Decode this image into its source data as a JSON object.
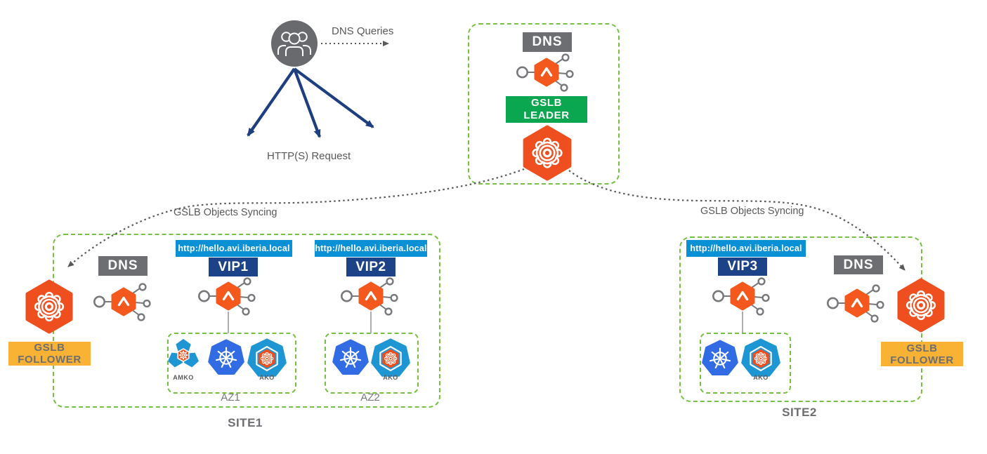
{
  "client": {
    "icon": "users-icon",
    "dns_queries_label": "DNS Queries",
    "http_request_label": "HTTP(S) Request"
  },
  "gslb_leader_box": {
    "dns_label": "DNS",
    "role_label_line1": "GSLB",
    "role_label_line2": "LEADER"
  },
  "sync_labels": {
    "left": "GSLB Objects Syncing",
    "right": "GSLB Objects Syncing"
  },
  "site1": {
    "label": "SITE1",
    "dns_label": "DNS",
    "follower_label_line1": "GSLB",
    "follower_label_line2": "FOLLOWER",
    "vips": [
      {
        "url": "http://hello.avi.iberia.local",
        "label": "VIP1"
      },
      {
        "url": "http://hello.avi.iberia.local",
        "label": "VIP2"
      }
    ],
    "zones": [
      {
        "label": "AZ1",
        "components": [
          "AMKO",
          "AKO"
        ]
      },
      {
        "label": "AZ2",
        "components": [
          "AKO"
        ]
      }
    ]
  },
  "site2": {
    "label": "SITE2",
    "dns_label": "DNS",
    "follower_label_line1": "GSLB",
    "follower_label_line2": "FOLLOWER",
    "vips": [
      {
        "url": "http://hello.avi.iberia.local",
        "label": "VIP3"
      }
    ],
    "zones": [
      {
        "components": [
          "AKO"
        ]
      }
    ]
  },
  "icons": {
    "client": "users-icon",
    "service_engine": "avi-service-engine-icon",
    "controller": "avi-controller-icon",
    "kubernetes": "kubernetes-icon",
    "ako": "ako-icon",
    "amko": "amko-icon"
  },
  "colors": {
    "avi_orange": "#EF4E1E",
    "leader_green": "#0AA650",
    "follower_amber": "#F9B233",
    "vip_navy": "#1C4288",
    "url_blue": "#0990D5",
    "dns_grey": "#6D6E71",
    "site_border_green": "#76C043",
    "kubernetes_blue": "#326CE5",
    "ako_blue": "#1F96D4",
    "arrow_navy": "#1E3F7F",
    "dotted_grey": "#58595B"
  }
}
